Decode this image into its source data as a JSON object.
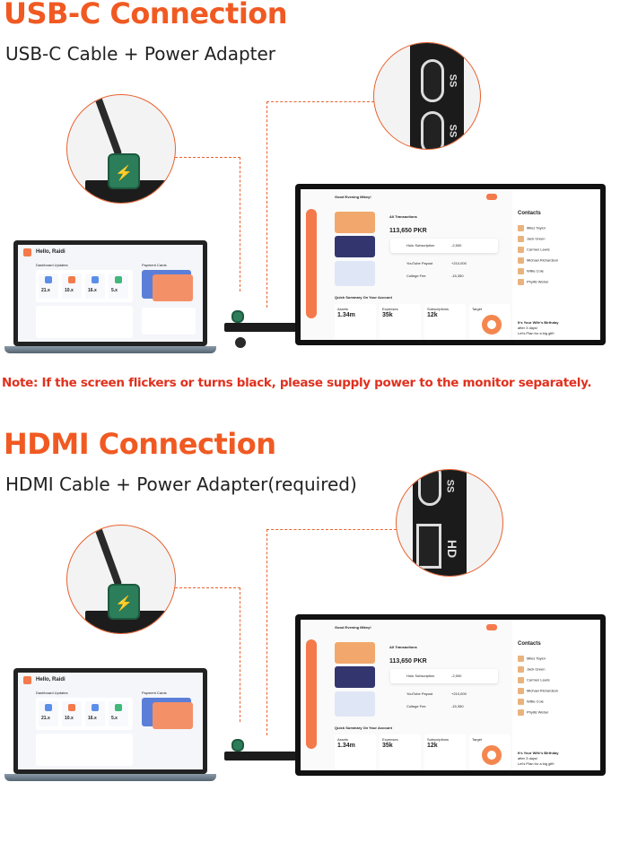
{
  "sections": [
    {
      "title": "USB-C Connection",
      "subtitle": "USB-C Cable + Power Adapter",
      "port_labels": [
        "SS",
        "SS"
      ]
    },
    {
      "title": "HDMI Connection",
      "subtitle": "HDMI Cable + Power Adapter(required)",
      "port_labels": [
        "SS",
        "HD"
      ]
    }
  ],
  "note": "Note: If the screen flickers or turns black, please supply power to the monitor separately.",
  "monitor": {
    "greeting": "Good Evening Mikey!",
    "transactions_title": "All Transactions",
    "balance": "113,650 PKR",
    "tx": [
      "Hulu Subscription",
      "YouTube Payout",
      "College Fee"
    ],
    "tx_amounts": [
      "-2,500",
      "+210,000",
      "-15,350"
    ],
    "summary_title": "Quick Summary On Your Account",
    "stats": [
      {
        "label": "Assets",
        "value": "1.34m"
      },
      {
        "label": "Expenses",
        "value": "35k"
      },
      {
        "label": "Subscriptions",
        "value": "12k"
      },
      {
        "label": "Target",
        "value": ""
      }
    ],
    "contacts_title": "Contacts",
    "contacts": [
      "Miles Taylor",
      "Jack Green",
      "Carmen Lewis",
      "Michael Richardson",
      "Willie Cole",
      "Phyllis Weber"
    ],
    "reminder": [
      "It's Your Wife's Birthday",
      "after 3 days!",
      "Let's Plan for a big gift!"
    ]
  },
  "laptop": {
    "greeting": "Hello, Raidi",
    "updates": "Dashboard Updates",
    "cards": "Payment Cards",
    "stats": [
      "21.x",
      "10.x",
      "16.x",
      "5.x"
    ]
  },
  "colors": {
    "accent": "#f05a22",
    "note": "#e0301e"
  }
}
